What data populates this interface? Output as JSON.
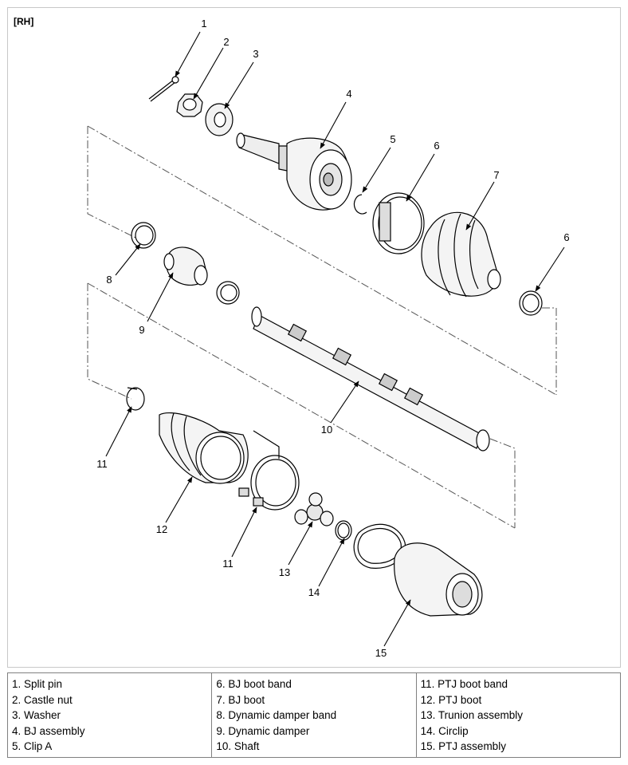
{
  "side_label": "[RH]",
  "callouts": [
    "1",
    "2",
    "3",
    "4",
    "5",
    "6",
    "7",
    "6",
    "8",
    "9",
    "10",
    "11",
    "12",
    "11",
    "13",
    "14",
    "15"
  ],
  "legend": {
    "columns": [
      [
        "1. Split pin",
        "2. Castle nut",
        "3. Washer",
        "4. BJ assembly",
        "5. Clip A"
      ],
      [
        "6. BJ boot band",
        "7. BJ boot",
        "8. Dynamic damper band",
        "9. Dynamic damper",
        "10. Shaft"
      ],
      [
        "11. PTJ boot band",
        "12. PTJ boot",
        "13. Trunion assembly",
        "14. Circlip",
        "15. PTJ assembly"
      ]
    ]
  }
}
